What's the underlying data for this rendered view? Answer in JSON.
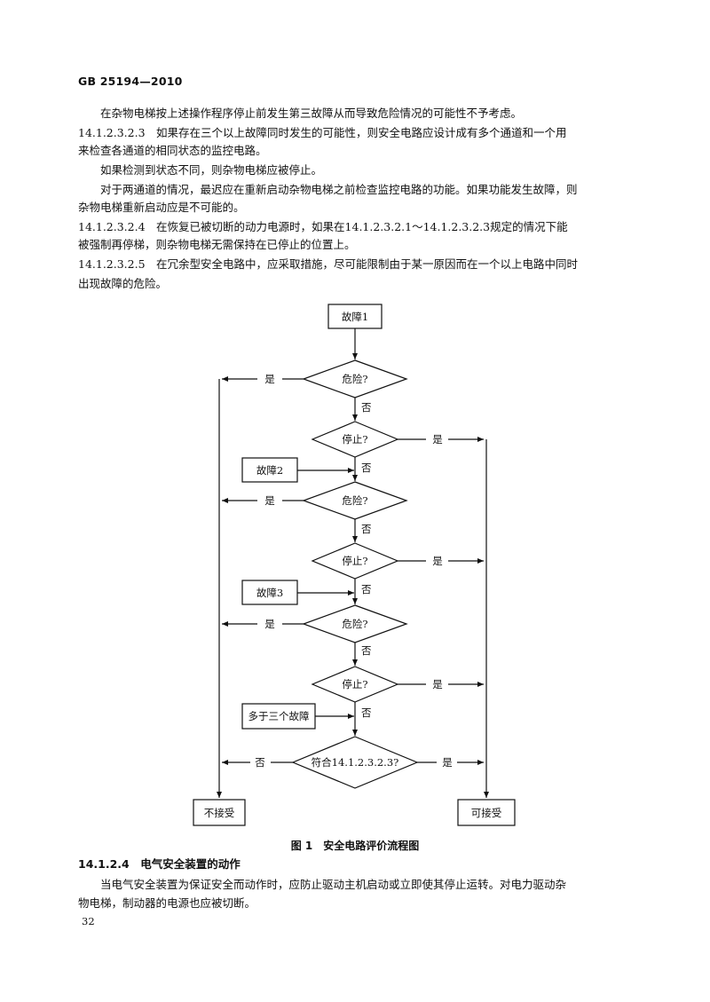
{
  "header": {
    "standard_id": "GB 25194—2010"
  },
  "paragraphs": [
    "在杂物电梯按上述操作程序停止前发生第三故障从而导致危险情况的可能性不予考虑。",
    "14.1.2.3.2.3　如果存在三个以上故障同时发生的可能性，则安全电路应设计成有多个通道和一个用",
    "来检查各通道的相同状态的监控电路。",
    "如果检测到状态不同，则杂物电梯应被停止。",
    "对于两通道的情况，最迟应在重新启动杂物电梯之前检查监控电路的功能。如果功能发生故障，则",
    "杂物电梯重新启动应是不可能的。",
    "14.1.2.3.2.4　在恢复已被切断的动力电源时，如果在14.1.2.3.2.1～14.1.2.3.2.3规定的情况下能",
    "被强制再停梯，则杂物电梯无需保持在已停止的位置上。",
    "14.1.2.3.2.5　在冗余型安全电路中，应采取措施，尽可能限制由于某一原因而在一个以上电路中同时",
    "出现故障的危险。"
  ],
  "flowchart": {
    "fault1": "故障1",
    "fault2": "故障2",
    "fault3": "故障3",
    "fault_more": "多于三个故障",
    "danger_q": "危险?",
    "stop_q": "停止?",
    "comply_q": "符合14.1.2.3.2.3?",
    "yes": "是",
    "no": "否",
    "reject": "不接受",
    "accept": "可接受"
  },
  "figure_caption": "图 1　安全电路评价流程图",
  "section": {
    "heading": "14.1.2.4　电气安全装置的动作",
    "body": [
      "当电气安全装置为保证安全而动作时，应防止驱动主机启动或立即使其停止运转。对电力驱动杂",
      "物电梯，制动器的电源也应被切断。"
    ]
  },
  "page_number": "32"
}
